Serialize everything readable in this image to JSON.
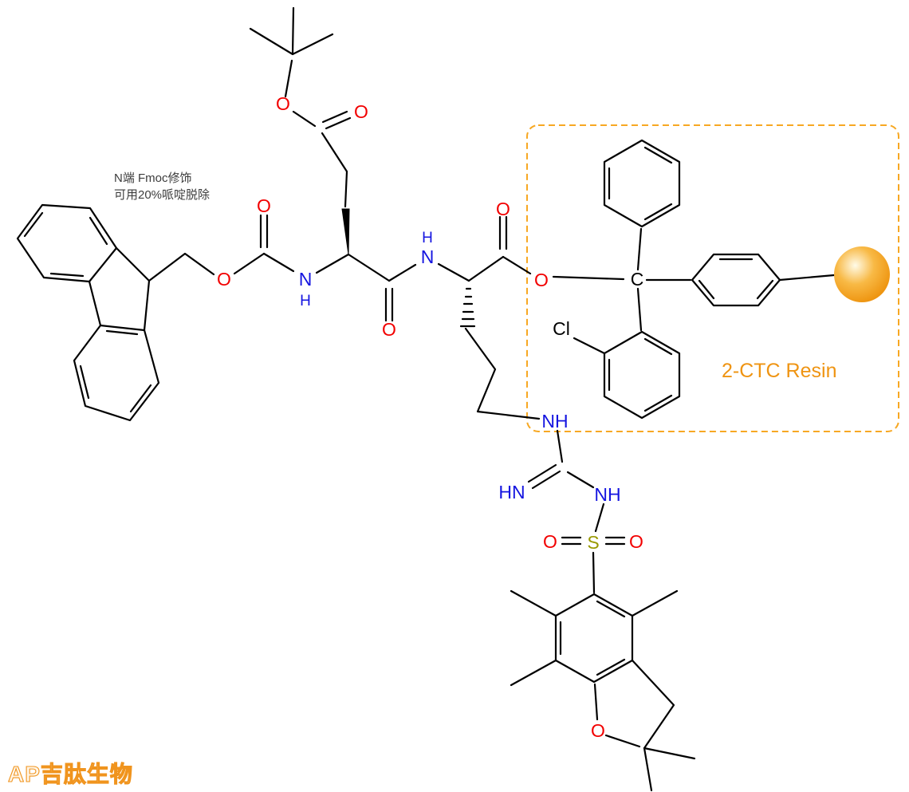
{
  "molecule": {
    "annotation": {
      "line1": "N端 Fmoc修饰",
      "line2": "可用20%哌啶脱除"
    },
    "resin": {
      "label": "2-CTC Resin"
    },
    "watermark": "AP吉肽生物",
    "atoms": {
      "o_tbu_ester": "O",
      "o_glu_ester_carbonyl": "O",
      "o_fmoc_ester": "O",
      "o_fmoc_carbonyl": "O",
      "n_fmoc": "N",
      "h_fmoc": "H",
      "o_glu_amide": "O",
      "h_amide": "H",
      "n_amide": "N",
      "o_cterm_carbonyl": "O",
      "o_resin_ester": "O",
      "c_trityl": "C",
      "cl_aryl": "Cl",
      "nh_arg_delta": "NH",
      "hn_guanidine_imine": "HN",
      "nh_guanidine": "NH",
      "s_sulfonyl": "S",
      "o_sulfonyl_left": "O",
      "o_sulfonyl_right": "O",
      "o_pbf_furan": "O"
    },
    "colors": {
      "bond": "#000000",
      "oxygen": "#f20000",
      "nitrogen": "#1414e0",
      "sulfur": "#999900",
      "carbon_label": "#000000",
      "chlorine_label": "#000000",
      "resin_text": "#ef9412",
      "resin_box": "#f7a823",
      "bead_center": "#fffbe8",
      "bead_mid": "#f8b945",
      "bead_edge": "#ec8d05",
      "watermark": "#f0941e"
    }
  }
}
